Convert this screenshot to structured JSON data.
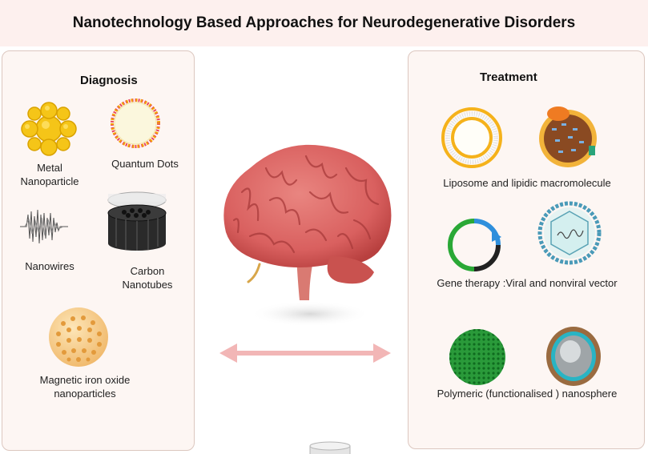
{
  "title": "Nanotechnology Based Approaches for Neurodegenerative Disorders",
  "diagnosis": {
    "heading": "Diagnosis",
    "items": [
      {
        "label_1": "Metal",
        "label_2": "Nanoparticle",
        "icon": "metal-nanoparticle-icon"
      },
      {
        "label_1": "Quantum Dots",
        "icon": "quantum-dots-icon"
      },
      {
        "label_1": "Nanowires",
        "icon": "nanowires-icon"
      },
      {
        "label_1": "Carbon",
        "label_2": "Nanotubes",
        "icon": "carbon-nanotubes-icon"
      },
      {
        "label_1": "Magnetic iron oxide",
        "label_2": "nanoparticles",
        "icon": "iron-oxide-nanoparticle-icon"
      }
    ]
  },
  "treatment": {
    "heading": "Treatment",
    "items": [
      {
        "label": "Liposome and  lipidic macromolecule",
        "icons": [
          "liposome-icon",
          "lipidic-macromolecule-icon"
        ]
      },
      {
        "label": "Gene therapy :Viral and nonviral vector",
        "icons": [
          "plasmid-vector-icon",
          "viral-vector-icon"
        ]
      },
      {
        "label": "Polymeric (functionalised ) nanosphere",
        "icons": [
          "polymeric-nanosphere-icon",
          "functionalised-nanosphere-icon"
        ]
      }
    ]
  },
  "colors": {
    "title_band": "#fdf0ee",
    "panel_bg": "#fdf6f3",
    "panel_border": "#dcc7bf",
    "arrow": "#f2b6b6",
    "brain": "#d9605f"
  }
}
